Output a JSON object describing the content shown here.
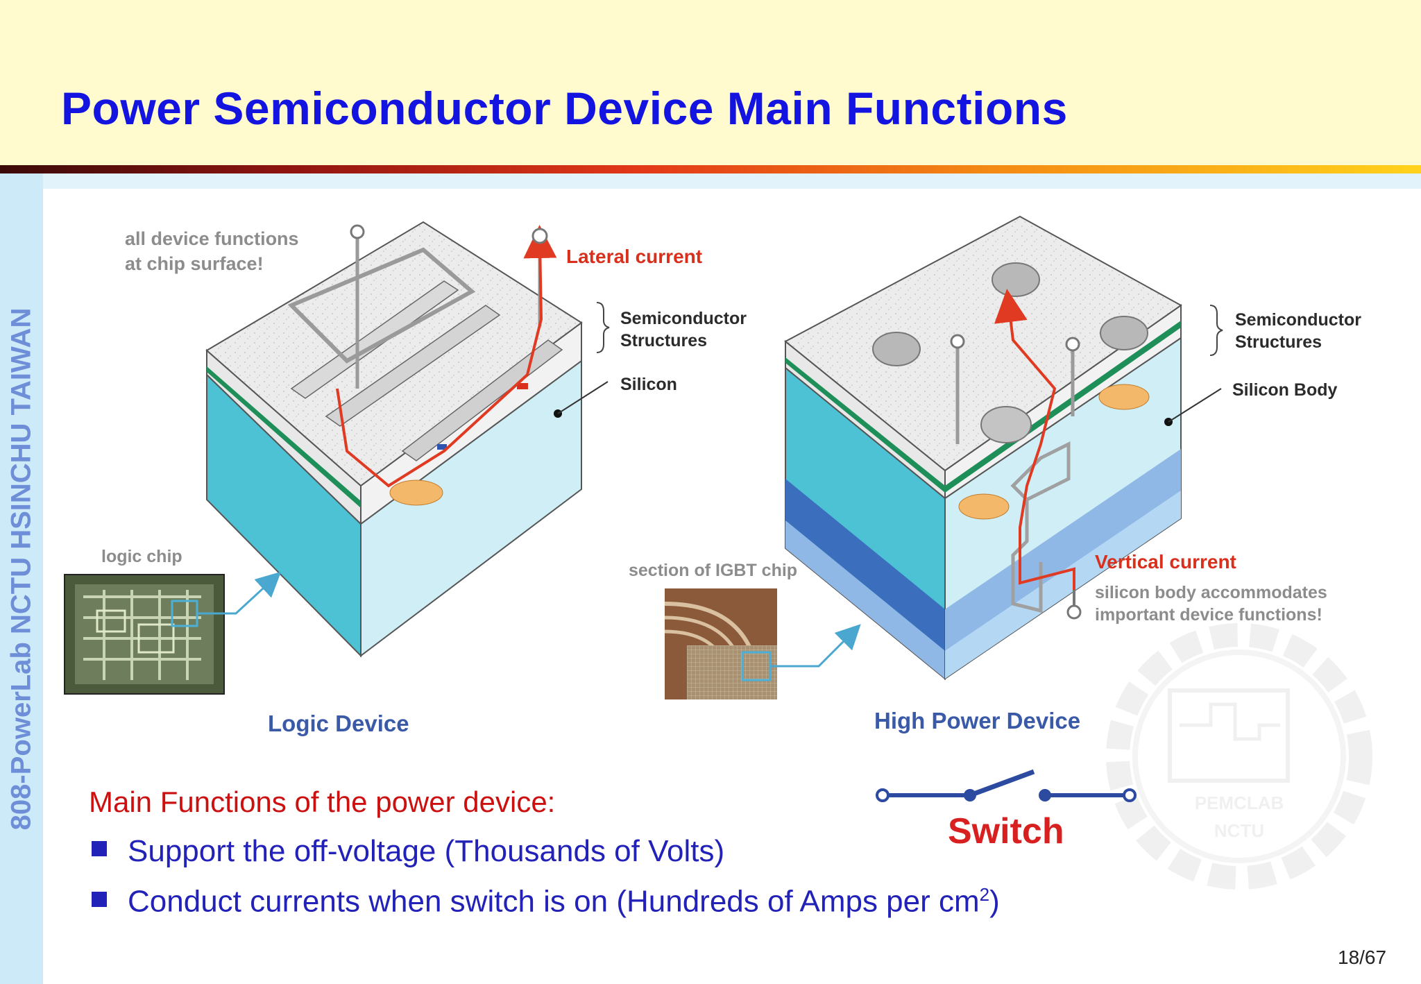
{
  "slide": {
    "title": "Power Semiconductor Device Main Functions",
    "side_label": "808-PowerLab NCTU HSINCHU TAIWAN",
    "page_number": "18/67"
  },
  "diagram": {
    "logic": {
      "note_line1": "all device functions",
      "note_line2": "at chip surface!",
      "lateral_current": "Lateral current",
      "semiconductor_structures_line1": "Semiconductor",
      "semiconductor_structures_line2": "Structures",
      "silicon": "Silicon",
      "logic_chip": "logic chip",
      "caption": "Logic Device"
    },
    "power": {
      "igbt_section": "section of IGBT chip",
      "semiconductor_structures_line1": "Semiconductor",
      "semiconductor_structures_line2": "Structures",
      "silicon_body": "Silicon Body",
      "vertical_current": "Vertical current",
      "note_line1": "silicon body accommodates",
      "note_line2": "important device functions!",
      "caption": "High Power Device"
    },
    "watermark": {
      "line1": "PEMCLAB",
      "line2": "NCTU"
    }
  },
  "content": {
    "section_title": "Main Functions of the power device:",
    "bullet1": "Support the off-voltage (Thousands of Volts)",
    "bullet2_main": "Conduct currents when switch is on (Hundreds of Amps per cm",
    "bullet2_sup": "2",
    "bullet2_end": ")",
    "switch_label": "Switch"
  },
  "colors": {
    "title": "#1414e0",
    "accent_red": "#d82020",
    "bullet_blue": "#2222b8",
    "header_bg": "#fffbcf"
  }
}
